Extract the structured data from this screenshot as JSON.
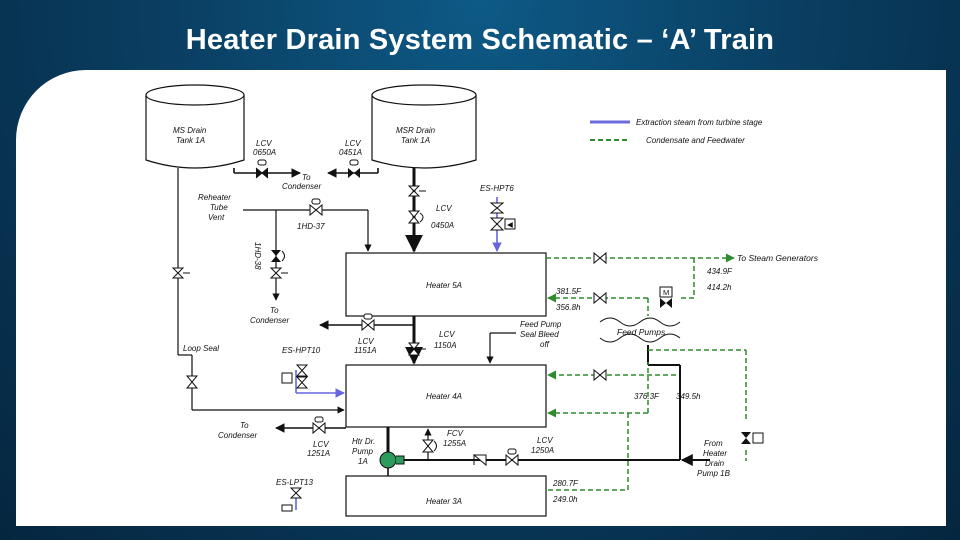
{
  "title": "Heater Drain System Schematic – ‘A’ Train",
  "legend": {
    "extraction": "Extraction steam from turbine stage",
    "condensate": "Condensate and Feedwater"
  },
  "tanks": {
    "ms_line1": "MS Drain",
    "ms_line2": "Tank 1A",
    "msr_line1": "MSR Drain",
    "msr_line2": "Tank 1A"
  },
  "heaters": {
    "h5": "Heater 5A",
    "h4": "Heater 4A",
    "h3": "Heater 3A"
  },
  "valves": {
    "lcv0650_1": "LCV",
    "lcv0650_2": "0650A",
    "lcv0451_1": "LCV",
    "lcv0451_2": "0451A",
    "lcv0450_1": "LCV",
    "lcv0450_2": "0450A",
    "hd37": "1HD-37",
    "hd38": "1HD-38",
    "lcv1151_1": "LCV",
    "lcv1151_2": "1151A",
    "lcv1150_1": "LCV",
    "lcv1150_2": "1150A",
    "lcv1251_1": "LCV",
    "lcv1251_2": "1251A",
    "fcv1255_1": "FCV",
    "fcv1255_2": "1255A",
    "lcv1250_1": "LCV",
    "lcv1250_2": "1250A",
    "es_hpt6": "ES-HPT6",
    "es_hpt10": "ES-HPT10",
    "es_lpt13": "ES-LPT13"
  },
  "labels": {
    "to_condenser_top_1": "To",
    "to_condenser_top_2": "Condenser",
    "reheater_1": "Reheater",
    "reheater_2": "Tube",
    "reheater_3": "Vent",
    "to_condenser_mid_1": "To",
    "to_condenser_mid_2": "Condenser",
    "loop_seal": "Loop Seal",
    "to_condenser_low_1": "To",
    "to_condenser_low_2": "Condenser",
    "htr_pump_1": "Htr Dr.",
    "htr_pump_2": "Pump",
    "htr_pump_3": "1A",
    "feed_pump_bleed_1": "Feed Pump",
    "feed_pump_bleed_2": "Seal Bleed",
    "feed_pump_bleed_3": "off",
    "feed_pumps": "Feed Pumps",
    "to_steam_gen": "To Steam Generators",
    "from_hd_pump_1": "From",
    "from_hd_pump_2": "Heater",
    "from_hd_pump_3": "Drain",
    "from_hd_pump_4": "Pump 1B",
    "motor": "M"
  },
  "readings": {
    "t1": "434.9F",
    "h1": "414.2h",
    "t2": "381.5F",
    "h2": "356.8h",
    "t3": "376.3F",
    "h3": "349.5h",
    "t4": "280.7F",
    "h4": "249.0h"
  }
}
